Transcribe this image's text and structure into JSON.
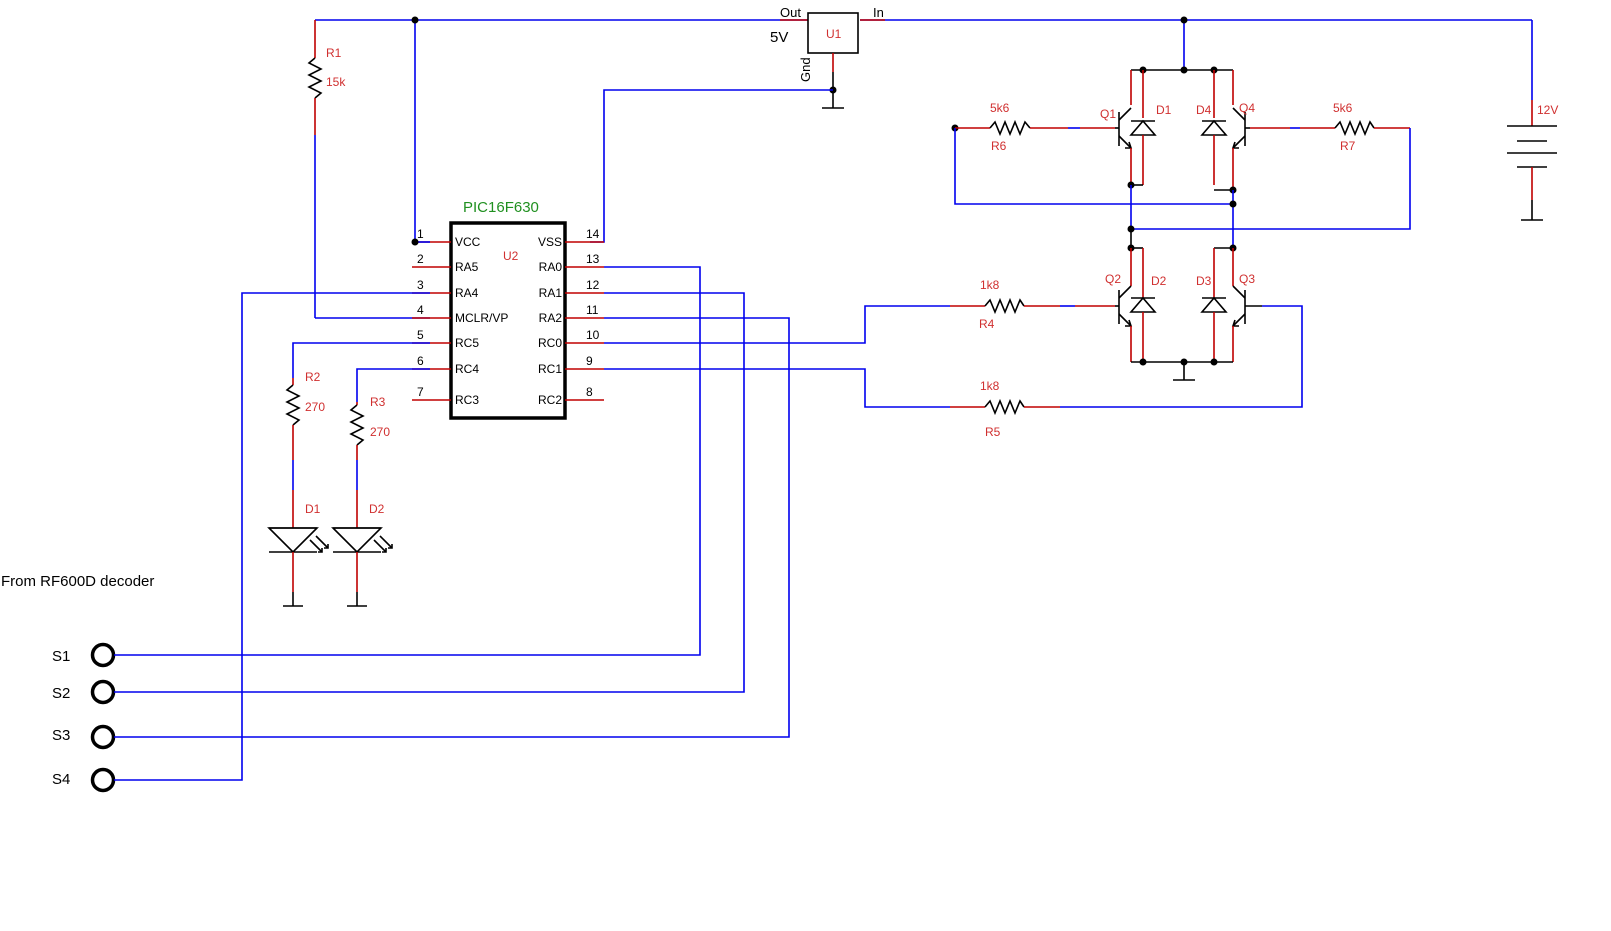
{
  "regulator": {
    "ref": "U1",
    "out": "Out",
    "in": "In",
    "gnd": "Gnd",
    "out_voltage": "5V"
  },
  "battery": {
    "voltage": "12V"
  },
  "chip": {
    "part": "PIC16F630",
    "ref": "U2",
    "left_pins": [
      {
        "num": "1",
        "name": "VCC"
      },
      {
        "num": "2",
        "name": "RA5"
      },
      {
        "num": "3",
        "name": "RA4"
      },
      {
        "num": "4",
        "name": "MCLR/VP"
      },
      {
        "num": "5",
        "name": "RC5"
      },
      {
        "num": "6",
        "name": "RC4"
      },
      {
        "num": "7",
        "name": "RC3"
      }
    ],
    "right_pins": [
      {
        "num": "14",
        "name": "VSS"
      },
      {
        "num": "13",
        "name": "RA0"
      },
      {
        "num": "12",
        "name": "RA1"
      },
      {
        "num": "11",
        "name": "RA2"
      },
      {
        "num": "10",
        "name": "RC0"
      },
      {
        "num": "9",
        "name": "RC1"
      },
      {
        "num": "8",
        "name": "RC2"
      }
    ]
  },
  "resistors": {
    "R1": {
      "ref": "R1",
      "value": "15k"
    },
    "R2": {
      "ref": "R2",
      "value": "270"
    },
    "R3": {
      "ref": "R3",
      "value": "270"
    },
    "R4": {
      "ref": "R4",
      "value": "1k8"
    },
    "R5": {
      "ref": "R5",
      "value": "1k8"
    },
    "R6": {
      "ref": "R6",
      "value": "5k6"
    },
    "R7": {
      "ref": "R7",
      "value": "5k6"
    }
  },
  "leds": {
    "D1": "D1",
    "D2": "D2"
  },
  "bridge": {
    "transistors": {
      "Q1": "Q1",
      "Q2": "Q2",
      "Q3": "Q3",
      "Q4": "Q4"
    },
    "diodes": {
      "D1": "D1",
      "D2": "D2",
      "D3": "D3",
      "D4": "D4"
    }
  },
  "inputs": {
    "caption": "From RF600D decoder",
    "labels": [
      "S1",
      "S2",
      "S3",
      "S4"
    ]
  }
}
